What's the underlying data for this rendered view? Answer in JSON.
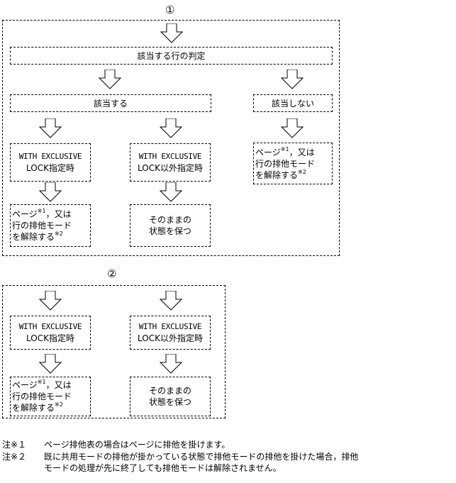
{
  "section1": {
    "number": "①",
    "judge": "該当する行の判定",
    "applicable": "該当する",
    "not_applicable": "該当しない",
    "with_excl": {
      "line1": "WITH EXCLUSIVE",
      "line2": "LOCK指定時"
    },
    "with_excl_other": {
      "line1": "WITH EXCLUSIVE",
      "line2": "LOCK以外指定時"
    },
    "release_left": {
      "l1a": "ページ",
      "l1sup": "※1",
      "l1b": "，又は",
      "l2": "行の排他モード",
      "l3a": "を解除する",
      "l3sup": "※2"
    },
    "keep": {
      "line1": "そのままの",
      "line2": "状態を保つ"
    },
    "release_right": {
      "l1a": "ページ",
      "l1sup": "※1",
      "l1b": "，又は",
      "l2": "行の排他モード",
      "l3a": "を解除する",
      "l3sup": "※2"
    }
  },
  "section2": {
    "number": "②",
    "with_excl": {
      "line1": "WITH EXCLUSIVE",
      "line2": "LOCK指定時"
    },
    "with_excl_other": {
      "line1": "WITH EXCLUSIVE",
      "line2": "LOCK以外指定時"
    },
    "release": {
      "l1a": "ページ",
      "l1sup": "※1",
      "l1b": "，又は",
      "l2": "行の排他モード",
      "l3a": "を解除する",
      "l3sup": "※2"
    },
    "keep": {
      "line1": "そのままの",
      "line2": "状態を保つ"
    }
  },
  "notes": {
    "n1_mark": "注※１",
    "n1_text": "ページ排他表の場合はページに排他を掛けます。",
    "n2_mark": "注※２",
    "n2_text1": "既に共用モードの排他が掛かっている状態で排他モードの排他を掛けた場合，排他",
    "n2_text2": "モードの処理が先に終了しても排他モードは解除されません。"
  }
}
